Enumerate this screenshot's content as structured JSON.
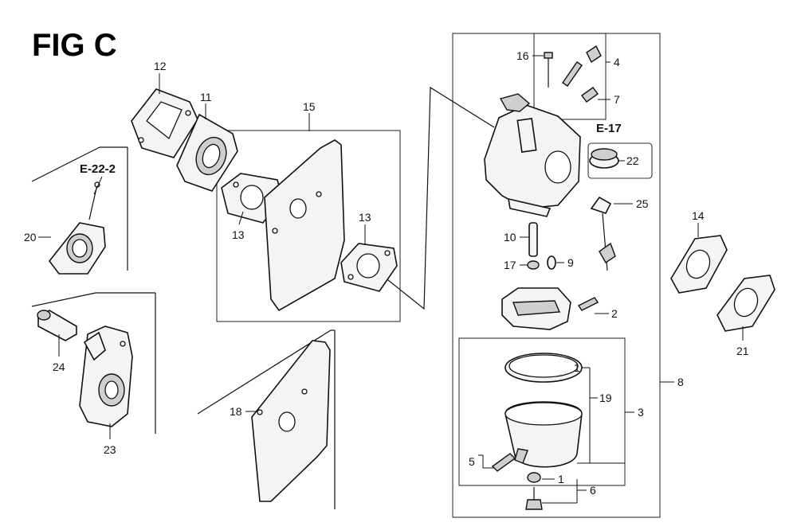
{
  "figure": {
    "title": "FIG C"
  },
  "references": {
    "e22_2": "E-22-2",
    "e17": "E-17"
  },
  "parts": {
    "p1a": "1",
    "p1b": "1",
    "p2": "2",
    "p3": "3",
    "p4": "4",
    "p5": "5",
    "p6": "6",
    "p7": "7",
    "p8": "8",
    "p9": "9",
    "p10": "10",
    "p11": "11",
    "p12": "12",
    "p13a": "13",
    "p13b": "13",
    "p14": "14",
    "p15": "15",
    "p16": "16",
    "p17": "17",
    "p18": "18",
    "p19": "19",
    "p20": "20",
    "p21": "21",
    "p22": "22",
    "p23": "23",
    "p24": "24",
    "p25": "25"
  }
}
